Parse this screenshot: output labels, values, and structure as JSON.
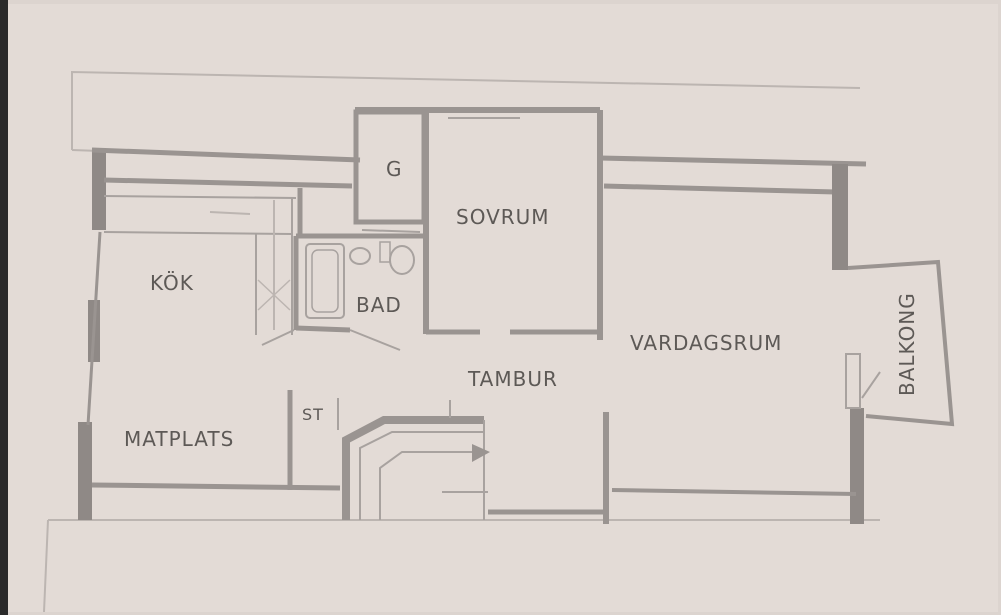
{
  "rooms": {
    "garderob": "G",
    "sovrum": "SOVRUM",
    "kok": "KÖK",
    "bad": "BAD",
    "vardagsrum": "VARDAGSRUM",
    "tambur": "TAMBUR",
    "balkong": "BALKONG",
    "st": "ST",
    "matplats": "MATPLATS"
  },
  "colors": {
    "paper": "#e4dcd7",
    "wall": "#8f8986",
    "text": "#5d5956"
  }
}
